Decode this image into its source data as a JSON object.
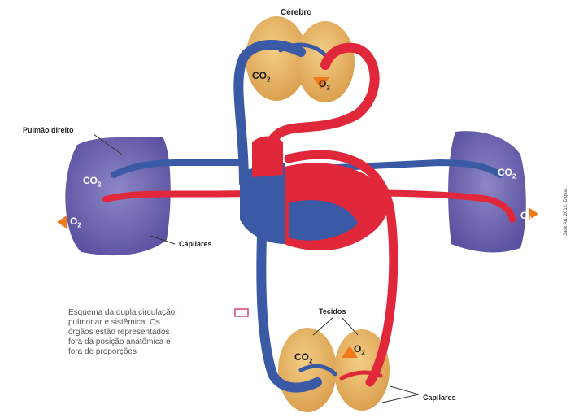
{
  "labels": {
    "brain": "Cérebro",
    "right_lung": "Pulmão direito",
    "capillaries_left": "Capilares",
    "tissues": "Tecidos",
    "capillaries_bottom": "Capilares"
  },
  "gases": {
    "co2": "CO",
    "o2": "O",
    "subscript": "2"
  },
  "caption": {
    "line1": "Esquema da dupla circulação:",
    "line2": "pulmonar e sistêmica. Os",
    "line3": "órgãos estão representados",
    "line4": "fora da posição anatômica e",
    "line5": "fora de proporções"
  },
  "credit": "Jack Art. 2012. Digital.",
  "colors": {
    "vein_blue": "#3b5aa6",
    "artery_red": "#e0283a",
    "organ": "#e8b565",
    "lung": "#6a62a8"
  }
}
